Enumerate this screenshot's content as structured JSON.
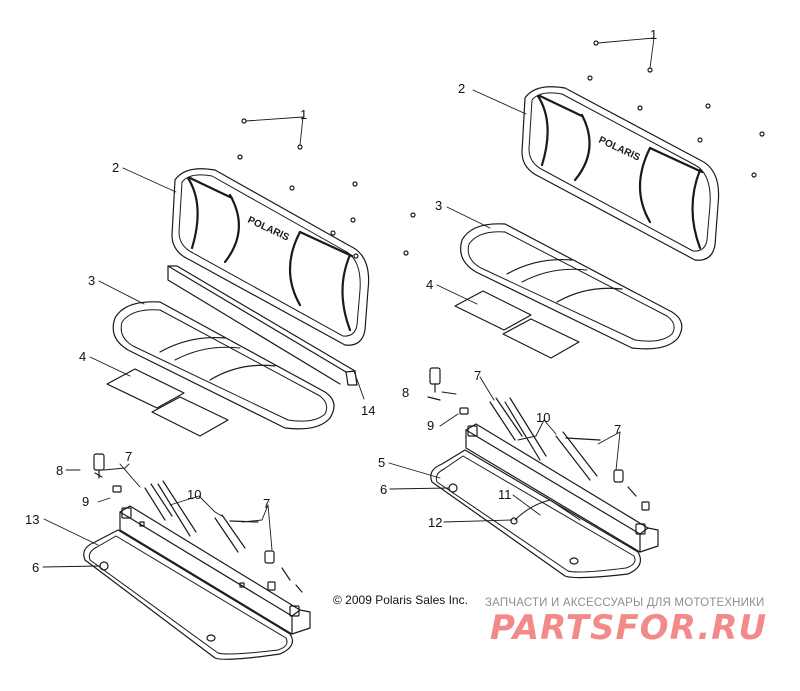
{
  "callouts": {
    "left_seat": {
      "screws": "1",
      "backrest": "2",
      "cushion": "3",
      "pads": "4",
      "base_pad": "6",
      "latch": "7",
      "pin": "8",
      "bushing": "9",
      "belt": "10",
      "frame": "13",
      "trim_strip": "14"
    },
    "right_seat": {
      "screws": "1",
      "backrest": "2",
      "cushion": "3",
      "pads": "4",
      "base": "5",
      "base_pad": "6",
      "latch": "7",
      "pin": "8",
      "bushing": "9",
      "belt": "10",
      "cable": "11",
      "clip": "12"
    }
  },
  "backrest_brand": "POLARIS",
  "copyright": "© 2009 Polaris Sales Inc.",
  "watermark": {
    "caption": "ЗАПЧАСТИ И АКСЕССУАРЫ ДЛЯ МОТОТЕХНИКИ",
    "logo": "PARTSFOR.RU"
  },
  "colors": {
    "line": "#1a1a1a",
    "watermark_logo": "#f28a8a",
    "watermark_caption": "#8e8e8e"
  }
}
